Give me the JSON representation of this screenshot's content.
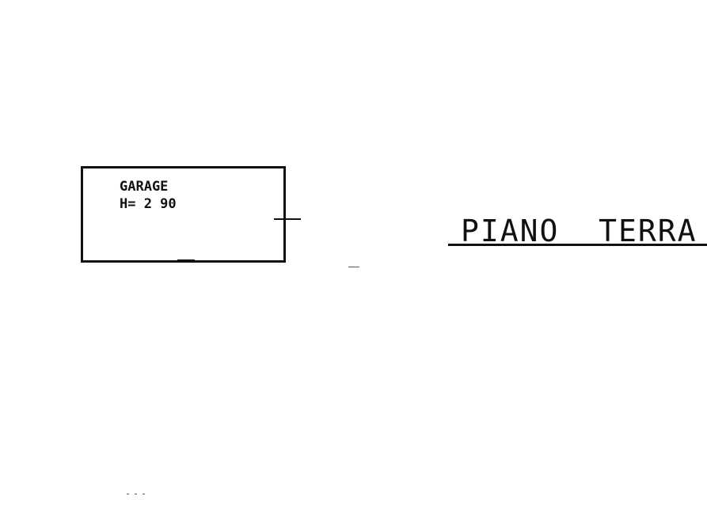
{
  "garage": {
    "label_line1": "GARAGE",
    "label_line2": "H= 2 90"
  },
  "floor": {
    "title": "PIANO  TERRA"
  }
}
